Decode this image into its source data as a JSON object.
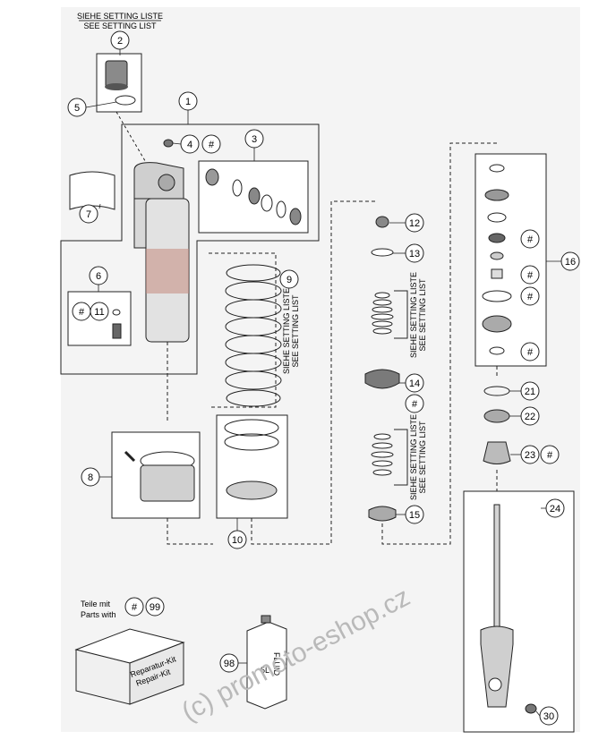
{
  "header": {
    "setting_de": "SIEHE SETTING LISTE",
    "setting_en": "SEE SETTING LIST"
  },
  "callouts": {
    "c1": "1",
    "c2": "2",
    "c3": "3",
    "c4": "4",
    "c5": "5",
    "c6": "6",
    "c7": "7",
    "c8": "8",
    "c9": "9",
    "c10": "10",
    "c11": "11",
    "c12": "12",
    "c13": "13",
    "c14": "14",
    "c15": "15",
    "c16": "16",
    "c21": "21",
    "c22": "22",
    "c23": "23",
    "c24": "24",
    "c30": "30",
    "c98": "98",
    "c99": "99"
  },
  "hash": "#",
  "setting_vertical": {
    "de": "SIEHE SETTING LISTE",
    "en": "SEE SETTING LIST"
  },
  "legend": {
    "line1": "Teile mit",
    "line2": "Parts with"
  },
  "kit": {
    "de": "Reparatur-Kit",
    "en": "Repair-Kit"
  },
  "fluid": {
    "name": "FLUID",
    "volume": "5L"
  },
  "watermark": "(c) promoto-eshop.cz",
  "colors": {
    "line": "#222222",
    "grey_part": "#bdbdbd",
    "dark_part": "#6b6b6b",
    "watermark": "#b9b9b9"
  }
}
